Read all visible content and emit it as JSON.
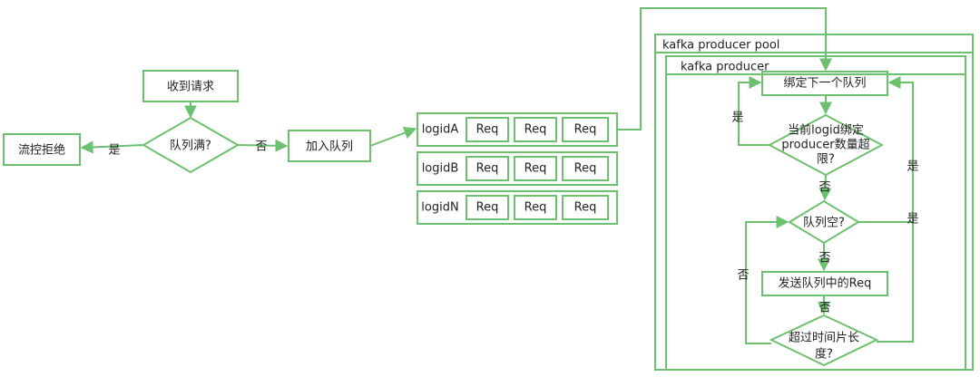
{
  "colors": {
    "stroke": "#6cc16e",
    "fill": "#ffffff",
    "text": "#222222"
  },
  "nodes": {
    "receive": "收到请求",
    "queue_full": "队列满?",
    "reject": "流控拒绝",
    "enqueue": "加入队列",
    "bind_next": "绑定下一个队列",
    "producer_limit": [
      "当前logid绑定",
      "producer数量超",
      "限?"
    ],
    "queue_empty": "队列空?",
    "send": "发送队列中的Req",
    "timeslice": [
      "超过时间片长",
      "度?"
    ]
  },
  "queues": [
    {
      "name": "logidA",
      "items": [
        "Req",
        "Req",
        "Req"
      ]
    },
    {
      "name": "logidB",
      "items": [
        "Req",
        "Req",
        "Req"
      ]
    },
    {
      "name": "logidN",
      "items": [
        "Req",
        "Req",
        "Req"
      ]
    }
  ],
  "containers": {
    "pool": "kafka producer pool",
    "producer": "kafka producer"
  },
  "edges": {
    "yes": "是",
    "no": "否"
  }
}
